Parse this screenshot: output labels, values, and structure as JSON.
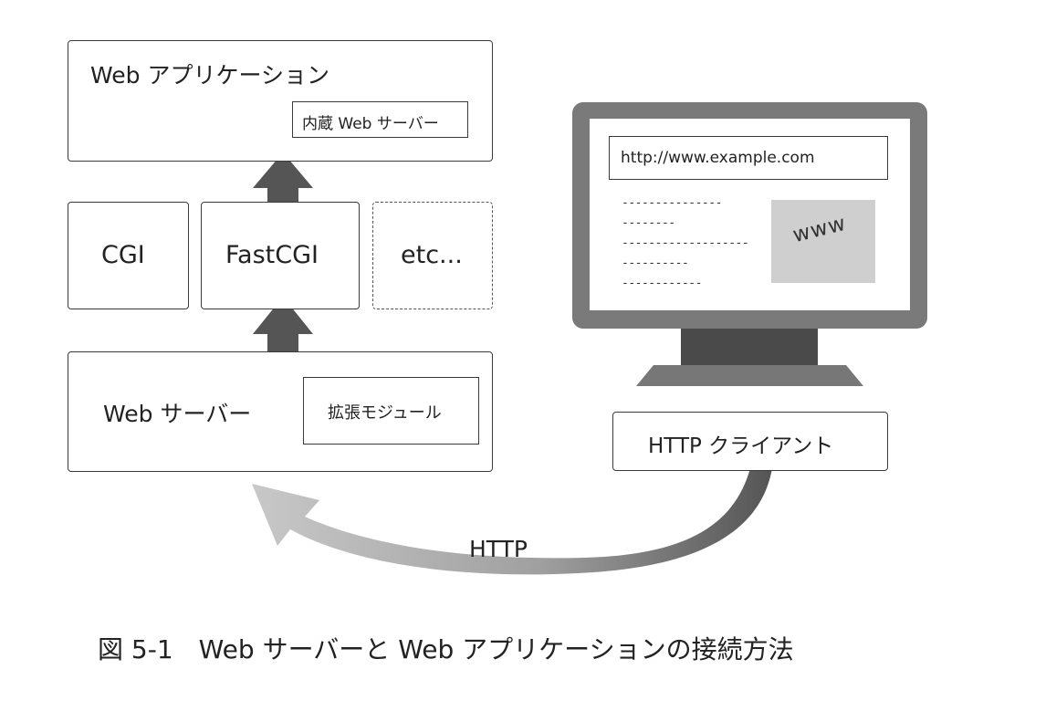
{
  "web_app": {
    "title": "Web アプリケーション",
    "builtin_server": "内蔵 Web サーバー"
  },
  "interfaces": {
    "cgi": "CGI",
    "fastcgi": "FastCGI",
    "etc": "etc..."
  },
  "web_server": {
    "title": "Web サーバー",
    "extension_module": "拡張モジュール"
  },
  "monitor": {
    "url": "http://www.example.com",
    "image_text": "www",
    "text_lines": [
      "---------------",
      "--------",
      "-------------------",
      "----------",
      "------------"
    ]
  },
  "client": {
    "label": "HTTP クライアント"
  },
  "protocol": {
    "label": "HTTP"
  },
  "caption": "図 5-1　Web サーバーと Web アプリケーションの接続方法"
}
